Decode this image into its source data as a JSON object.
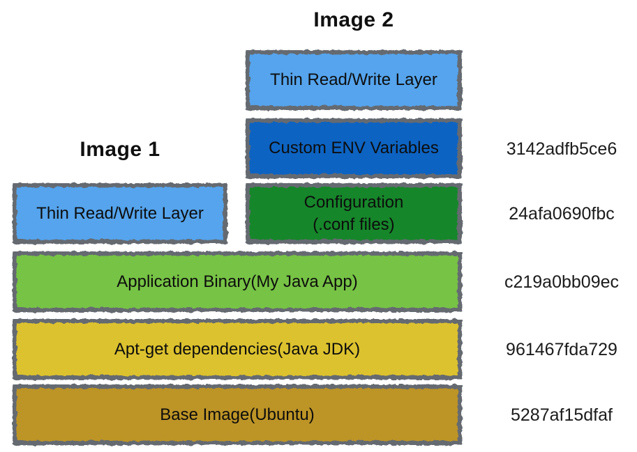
{
  "titles": {
    "image1": "Image 1",
    "image2": "Image 2"
  },
  "colors": {
    "light_blue": "#55a4ed",
    "dark_blue": "#1164c2",
    "dark_green": "#14862c",
    "light_green": "#77c344",
    "yellow": "#dcc22e",
    "gold": "#bd9428",
    "border_gray": "#656a71",
    "background": "#ffffff"
  },
  "boxes": {
    "thin_rw_image2": {
      "label": "Thin Read/Write Layer",
      "color": "#55a4ed"
    },
    "custom_env": {
      "label": "Custom ENV Variables",
      "color": "#1164c2",
      "hash": "3142adfb5ce6"
    },
    "thin_rw_image1": {
      "label": "Thin Read/Write Layer",
      "color": "#55a4ed"
    },
    "configuration": {
      "label": "Configuration\n(.conf files)",
      "color": "#14862c",
      "hash": "24afa0690fbc"
    },
    "app_binary": {
      "label": "Application Binary(My Java App)",
      "color": "#77c344",
      "hash": "c219a0bb09ec"
    },
    "apt_get": {
      "label": "Apt-get dependencies(Java JDK)",
      "color": "#dcc22e",
      "hash": "961467fda729"
    },
    "base_image": {
      "label": "Base Image(Ubuntu)",
      "color": "#bd9428",
      "hash": "5287af15dfaf"
    }
  }
}
